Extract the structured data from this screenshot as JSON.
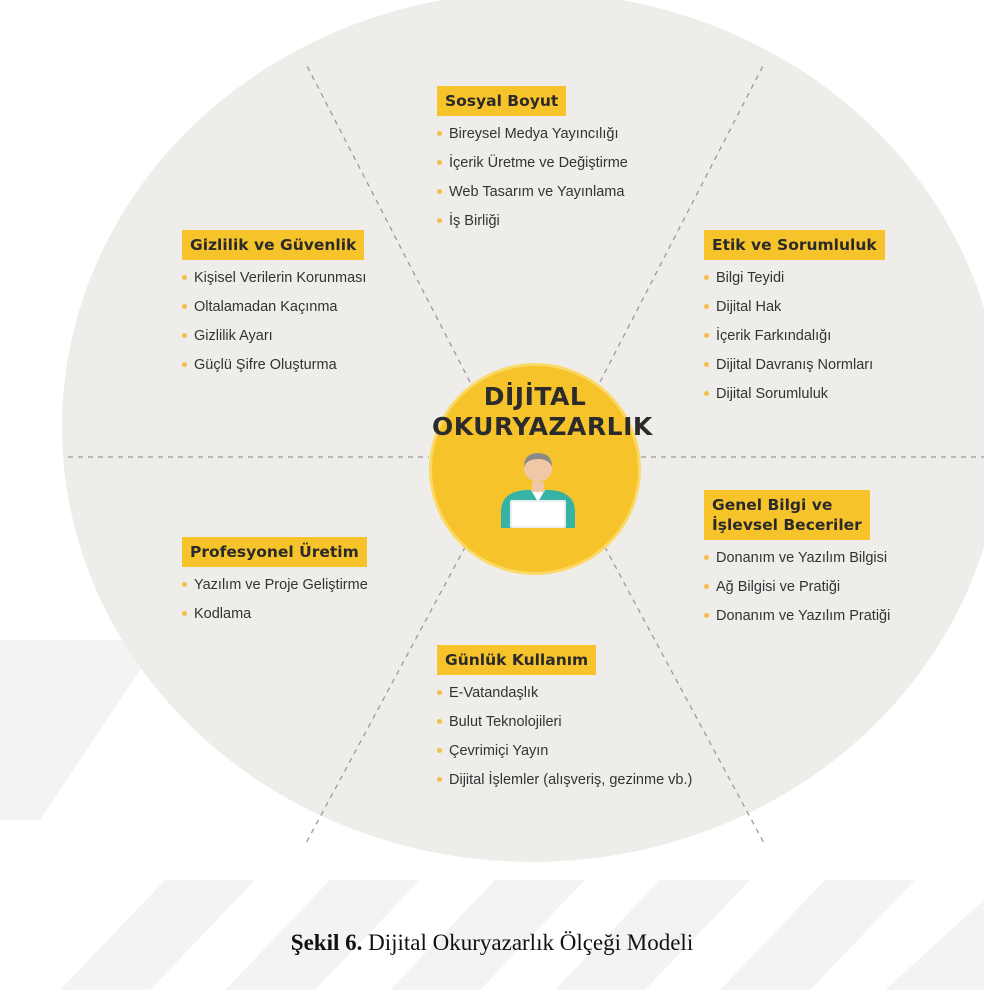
{
  "center": {
    "line1": "DİJİTAL",
    "line2": "OKURYAZARLIK",
    "icon": "person-laptop-icon"
  },
  "categories": [
    {
      "title": [
        "Sosyal Boyut"
      ],
      "items": [
        "Bireysel Medya Yayıncılığı",
        "İçerik Üretme ve Değiştirme",
        "Web Tasarım ve Yayınlama",
        "İş Birliği"
      ]
    },
    {
      "title": [
        "Gizlilik ve Güvenlik"
      ],
      "items": [
        "Kişisel Verilerin Korunması",
        "Oltalamadan Kaçınma",
        "Gizlilik Ayarı",
        "Güçlü Şifre Oluşturma"
      ]
    },
    {
      "title": [
        "Etik ve Sorumluluk"
      ],
      "items": [
        "Bilgi Teyidi",
        "Dijital Hak",
        "İçerik Farkındalığı",
        "Dijital Davranış Normları",
        "Dijital Sorumluluk"
      ]
    },
    {
      "title": [
        "Genel Bilgi ve",
        "İşlevsel Beceriler"
      ],
      "items": [
        "Donanım ve Yazılım Bilgisi",
        "Ağ Bilgisi ve Pratiği",
        "Donanım ve Yazılım Pratiği"
      ]
    },
    {
      "title": [
        "Profesyonel Üretim"
      ],
      "items": [
        "Yazılım ve Proje Geliştirme",
        "Kodlama"
      ]
    },
    {
      "title": [
        "Günlük Kullanım"
      ],
      "items": [
        "E-Vatandaşlık",
        "Bulut Teknolojileri",
        "Çevrimiçi Yayın",
        "Dijital İşlemler (alışveriş, gezinme vb.)"
      ]
    }
  ],
  "caption": {
    "label": "Şekil 6.",
    "text": " Dijital Okuryazarlık Ölçeği Modeli"
  },
  "colors": {
    "accent": "#f7c32b",
    "circle": "#efedea",
    "watermark": "#f3f3f3"
  }
}
